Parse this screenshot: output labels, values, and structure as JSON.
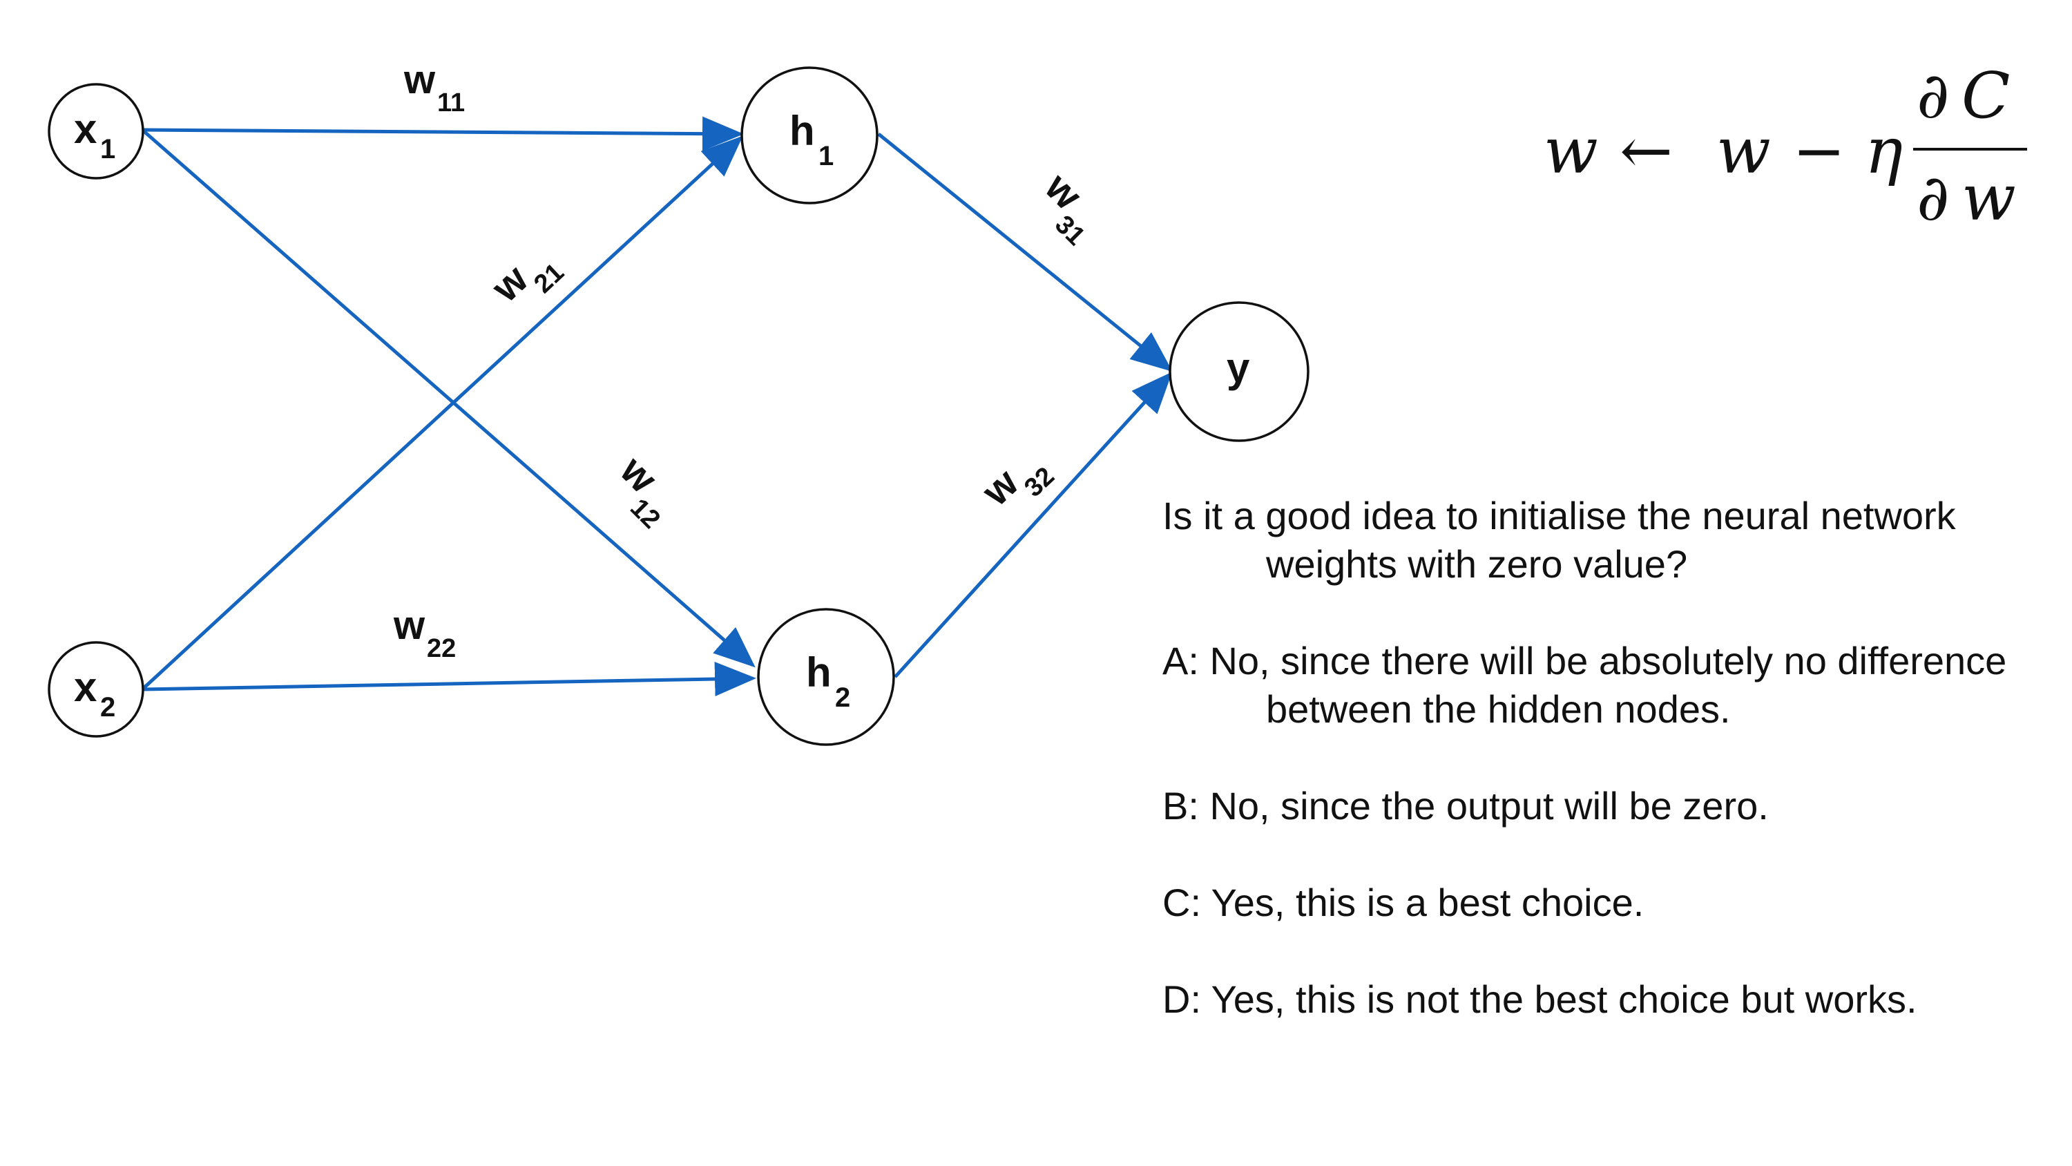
{
  "nodes": {
    "x1": {
      "label": "x",
      "sub": "1"
    },
    "x2": {
      "label": "x",
      "sub": "2"
    },
    "h1": {
      "label": "h",
      "sub": "1"
    },
    "h2": {
      "label": "h",
      "sub": "2"
    },
    "y": {
      "label": "y",
      "sub": ""
    }
  },
  "weights": {
    "w11": {
      "label": "w",
      "sub": "11"
    },
    "w12": {
      "label": "w",
      "sub": "12"
    },
    "w21": {
      "label": "w",
      "sub": "21"
    },
    "w22": {
      "label": "w",
      "sub": "22"
    },
    "w31": {
      "label": "w",
      "sub": "31"
    },
    "w32": {
      "label": "w",
      "sub": "32"
    }
  },
  "formula": {
    "w": "w",
    "arrow": "←",
    "minus": "−",
    "eta": "η",
    "partial": "∂",
    "C": "C"
  },
  "question": {
    "text": "Is it a good idea to initialise the neural network weights with zero value?",
    "options": [
      "A: No, since there will be absolutely no difference between the hidden nodes.",
      "B: No, since the output will be zero.",
      "C: Yes, this is a best choice.",
      "D: Yes, this is not the best choice but works."
    ]
  },
  "colors": {
    "edge": "#1565c0",
    "node_stroke": "#111111",
    "background": "#ffffff"
  }
}
